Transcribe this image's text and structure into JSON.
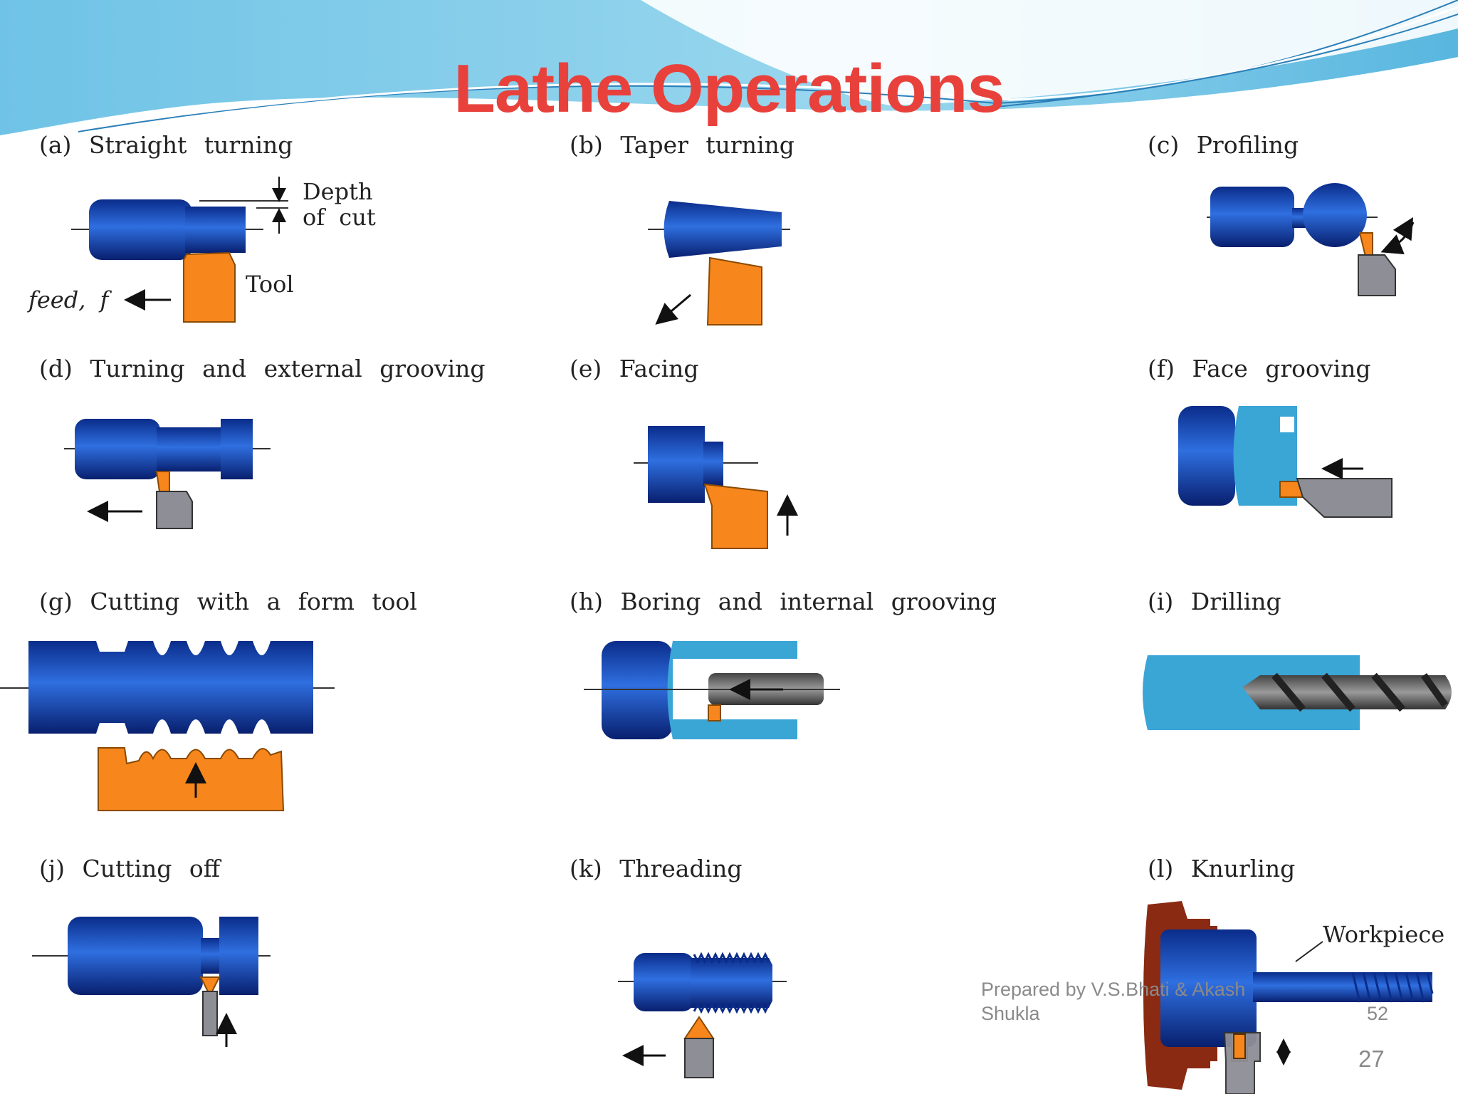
{
  "title": "Lathe Operations",
  "operations": [
    {
      "caption": "(a)  Straight  turning"
    },
    {
      "caption": "(b)  Taper  turning"
    },
    {
      "caption": "(c)  Profiling"
    },
    {
      "caption": "(d)  Turning  and  external  grooving"
    },
    {
      "caption": "(e)  Facing"
    },
    {
      "caption": "(f)  Face  grooving"
    },
    {
      "caption": "(g)  Cutting  with  a  form  tool"
    },
    {
      "caption": "(h)  Boring  and  internal  grooving"
    },
    {
      "caption": "(i)  Drilling"
    },
    {
      "caption": "(j)  Cutting  off"
    },
    {
      "caption": "(k)  Threading"
    },
    {
      "caption": "(l)  Knurling"
    }
  ],
  "labels": {
    "depth_line1": "Depth",
    "depth_line2": "of  cut",
    "tool": "Tool",
    "feed": "feed,  f",
    "workpiece": "Workpiece"
  },
  "footer": {
    "prepared_line1": "Prepared by  V.S.Bhati  &   Akash",
    "prepared_line2": "Shukla",
    "page_small": "52",
    "page_number": "27"
  },
  "colors": {
    "title": "#e8413c",
    "workpiece_blue": "#1a47b8",
    "tool_orange": "#f7861c",
    "tool_gray": "#8e8e96",
    "cavity_cyan": "#3aa6d6"
  }
}
